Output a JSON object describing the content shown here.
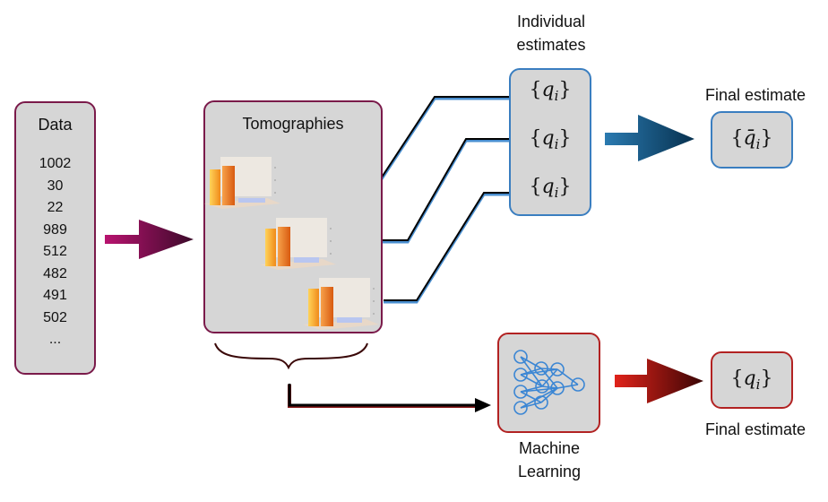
{
  "data_box": {
    "title": "Data",
    "values": [
      "1002",
      "30",
      "22",
      "989",
      "512",
      "482",
      "491",
      "502",
      "..."
    ]
  },
  "tomographies": {
    "title": "Tomographies"
  },
  "individual": {
    "title_line1": "Individual",
    "title_line2": "estimates",
    "items": [
      {
        "open": "{",
        "var": "q",
        "sub": "i",
        "close": "}"
      },
      {
        "open": "{",
        "var": "q",
        "sub": "i",
        "close": "}"
      },
      {
        "open": "{",
        "var": "q",
        "sub": "i",
        "close": "}"
      }
    ]
  },
  "final_top": {
    "label": "Final estimate",
    "open": "{",
    "var": "q̄",
    "sub": "i",
    "close": "}"
  },
  "ml": {
    "label_line1": "Machine",
    "label_line2": "Learning",
    "icon": "neural-network-icon"
  },
  "final_bottom": {
    "label": "Final estimate",
    "open": "{",
    "var": "q",
    "sub": "i",
    "close": "}"
  },
  "colors": {
    "data_border": "#7a1a4a",
    "individual_border": "#3a7ec0",
    "ml_border": "#b22222",
    "panel_fill": "#d6d6d6",
    "arrow_magenta": "#8b0a5a",
    "arrow_blue": "#0f4f7a",
    "arrow_red": "#c0140c"
  }
}
